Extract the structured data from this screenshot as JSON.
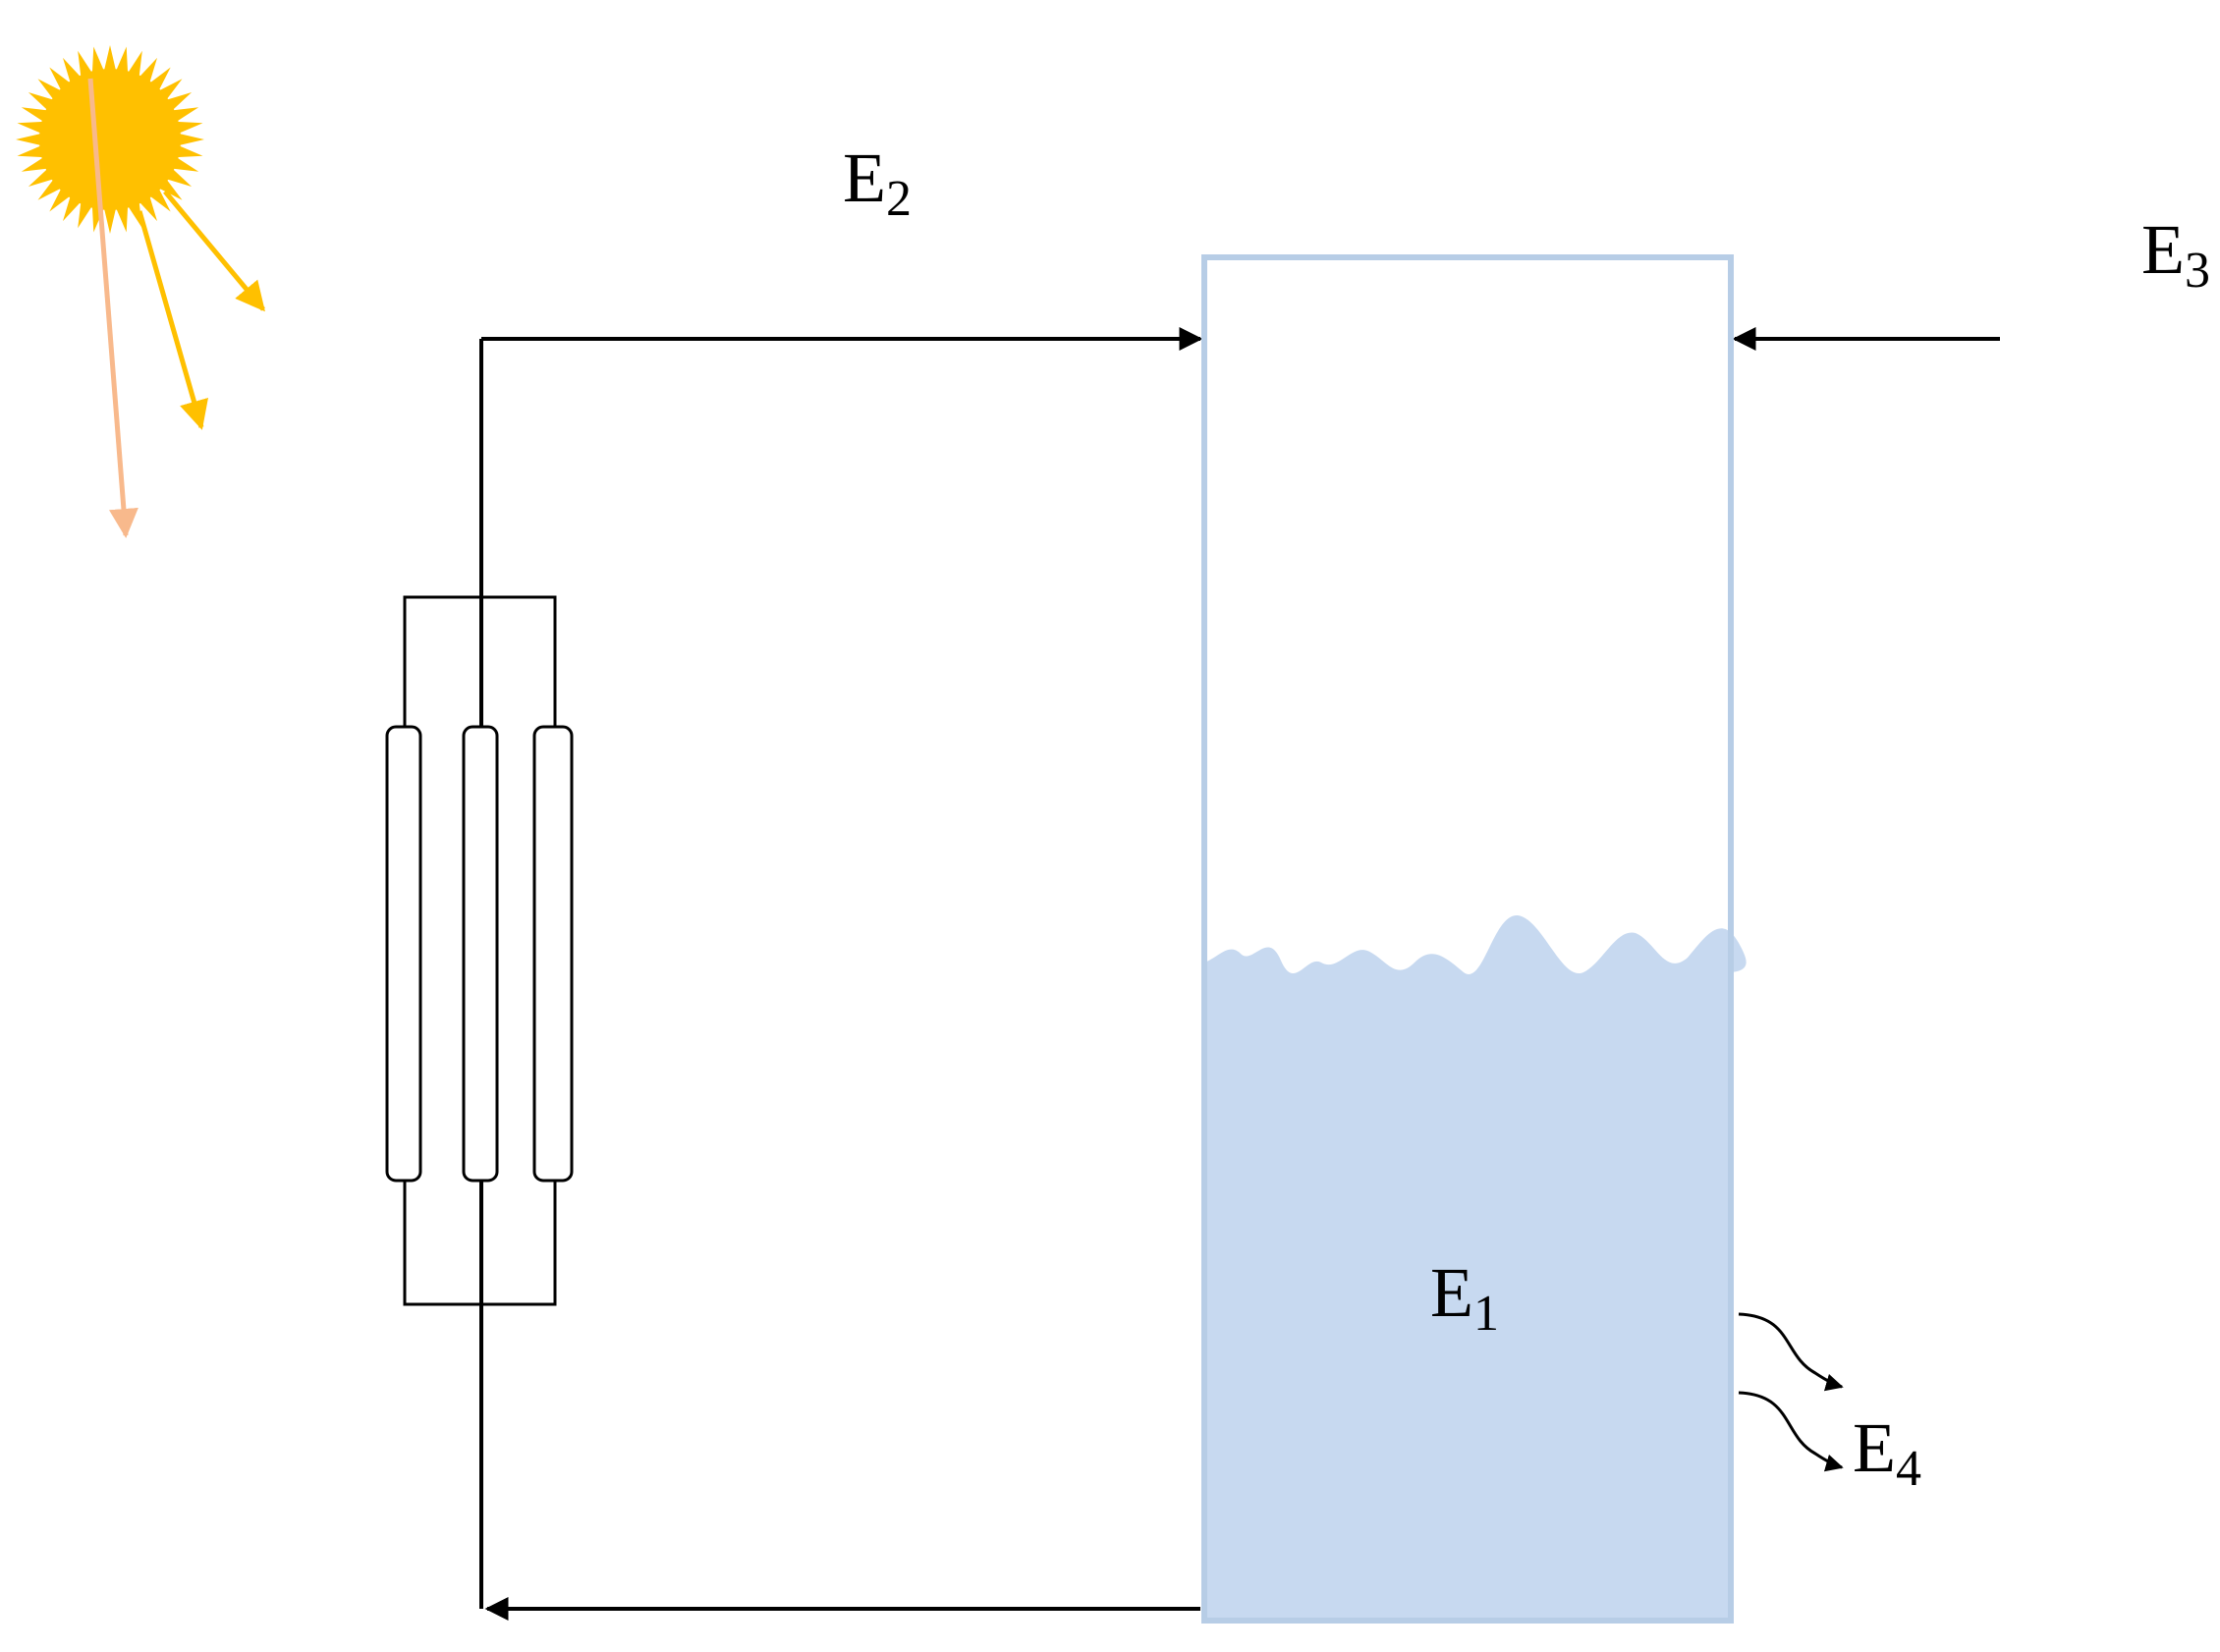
{
  "labels": {
    "e1": {
      "base": "E",
      "sub": "1"
    },
    "e2": {
      "base": "E",
      "sub": "2"
    },
    "e3": {
      "base": "E",
      "sub": "3"
    },
    "e4": {
      "base": "E",
      "sub": "4"
    }
  },
  "colors": {
    "line": "#000000",
    "tank_border": "#b7cde6",
    "water": "#c7d9f0",
    "sun_body": "#ffc000",
    "ray_1": "#ffc000",
    "ray_2": "#ffc000",
    "ray_3": "#f8b98c"
  },
  "icons": {
    "sun": "sun-icon",
    "collector": "solar-collector-icon",
    "tank": "storage-tank-icon"
  }
}
